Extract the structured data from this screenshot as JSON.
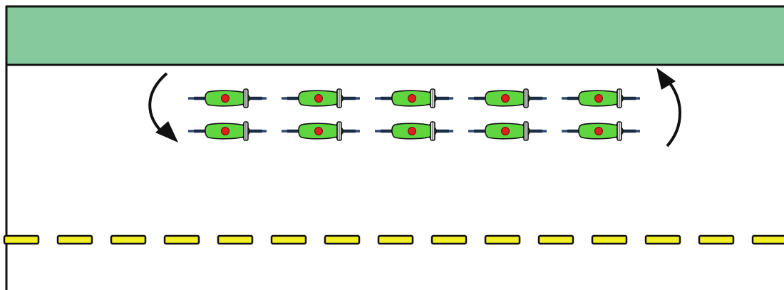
{
  "diagram": {
    "type": "road-cycling-paceline-top-view",
    "colors": {
      "background": "#ffffff",
      "verge": "#85c99d",
      "edge_line": "#111111",
      "center_line_fill": "#f2ef25",
      "center_line_outline": "#111111",
      "rider_body": "#5fd640",
      "rider_head": "#e0201f",
      "bike": "#2f4b73",
      "arrow": "#111111"
    },
    "riders": {
      "rows": 2,
      "per_row": 5,
      "heading": "right"
    },
    "rotation_arrows": [
      {
        "name": "rear-rotation-arrow",
        "direction": "down",
        "icon": "curved-arrow-down-icon"
      },
      {
        "name": "front-rotation-arrow",
        "direction": "up",
        "icon": "curved-arrow-up-icon"
      }
    ]
  }
}
